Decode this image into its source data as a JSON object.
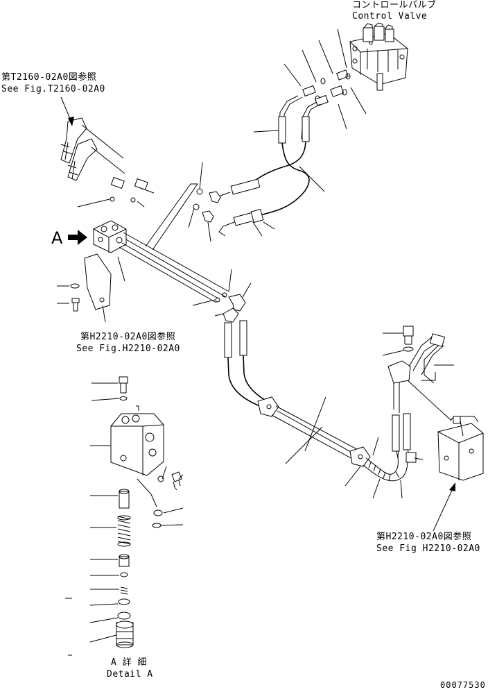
{
  "labels": {
    "control_valve_jp": "コントロールバルブ",
    "control_valve_en": "Control Valve",
    "ref_t2160_jp": "第T2160-02A0図参照",
    "ref_t2160_en": "See Fig.T2160-02A0",
    "view_a": "A",
    "ref_h2210_left_jp": "第H2210-02A0図参照",
    "ref_h2210_left_en": "See Fig.H2210-02A0",
    "ref_h2210_right_jp": "第H2210-02A0図参照",
    "ref_h2210_right_en": "See Fig H2210-02A0",
    "detail_jp": "A 詳 細",
    "detail_en": "Detail A",
    "drawing_number": "00077530"
  }
}
